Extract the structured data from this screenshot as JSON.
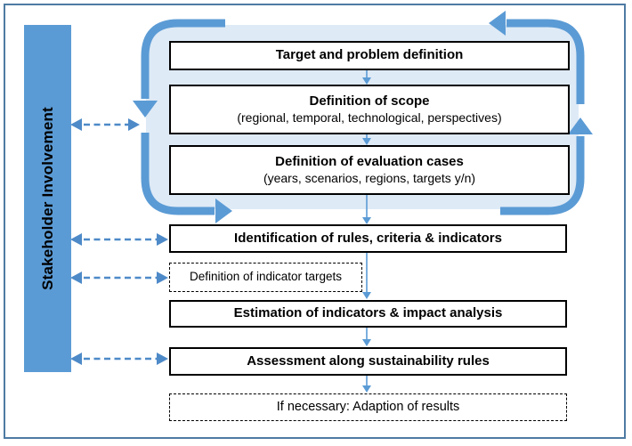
{
  "sidebar": {
    "label": "Stakeholder Involvement"
  },
  "cycle": {
    "steps": [
      {
        "title": "Target and problem definition",
        "subtitle": ""
      },
      {
        "title": "Definition of scope",
        "subtitle": "(regional, temporal, technological, perspectives)"
      },
      {
        "title": "Definition of evaluation cases",
        "subtitle": "(years, scenarios, regions, targets y/n)"
      }
    ]
  },
  "sequence": {
    "steps": [
      {
        "title": "Identification of rules, criteria & indicators",
        "style": "solid"
      },
      {
        "title": "Definition of indicator targets",
        "style": "dashed"
      },
      {
        "title": "Estimation of indicators & impact analysis",
        "style": "solid"
      },
      {
        "title": "Assessment along sustainability rules",
        "style": "solid"
      },
      {
        "title": "If necessary: Adaption of results",
        "style": "dashed"
      }
    ]
  },
  "colors": {
    "bar_fill": "#5B9BD5",
    "loop_arrow": "#5B9BD5",
    "panel_fill": "#DEEAF6",
    "thin_arrow": "#5B9BD5",
    "dashed_arrow": "#4E8AC8",
    "frame_border": "#4E7BA3",
    "box_border": "#000000",
    "text": "#000000"
  }
}
